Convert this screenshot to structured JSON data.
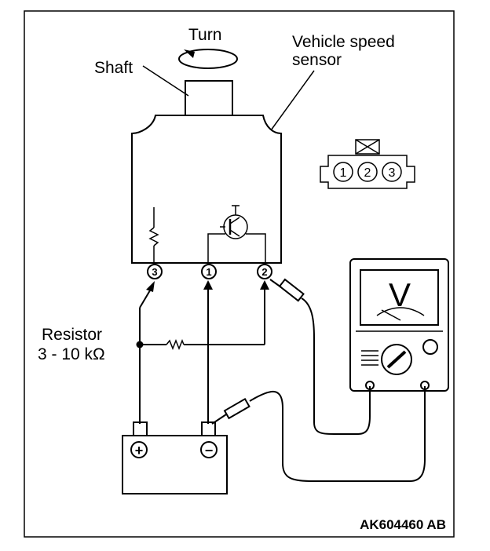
{
  "labels": {
    "turn": "Turn",
    "shaft": "Shaft",
    "sensor_line1": "Vehicle speed",
    "sensor_line2": "sensor",
    "resistor_line1": "Resistor",
    "resistor_line2": "3 - 10 kΩ",
    "caption": "AK604460 AB"
  },
  "terminals": {
    "t1": "1",
    "t2": "2",
    "t3": "3"
  },
  "connector_pins": [
    "1",
    "2",
    "3"
  ],
  "battery": {
    "positive": "+",
    "negative": "−"
  },
  "meter": {
    "symbol": "V"
  }
}
